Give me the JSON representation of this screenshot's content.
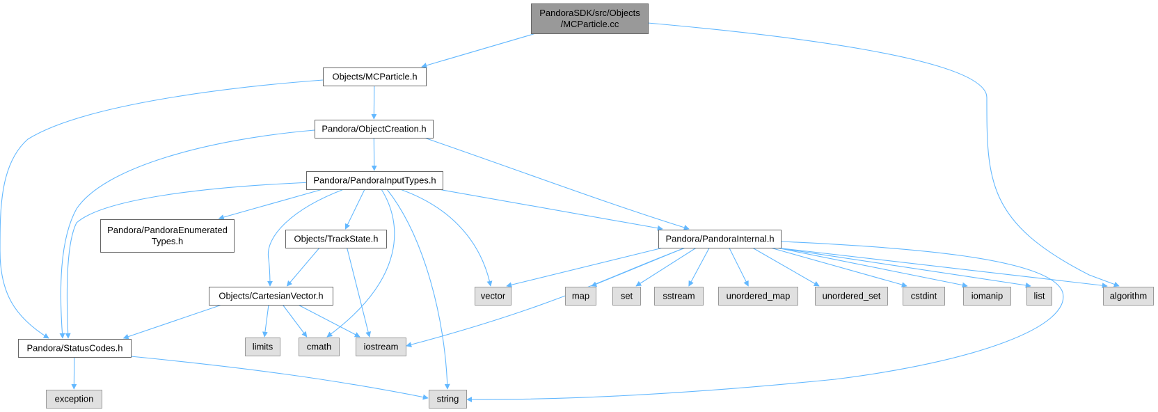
{
  "colors": {
    "edge": "#63b8ff",
    "root_fill": "#999999",
    "root_border": "#666666",
    "header_fill": "#ffffff",
    "header_border": "#666666",
    "system_fill": "#e0e0e0",
    "system_border": "#999999"
  },
  "nodes": {
    "root": {
      "lines": [
        "PandoraSDK/src/Objects",
        "/MCParticle.cc"
      ],
      "kind": "root"
    },
    "mcparticle": {
      "lines": [
        "Objects/MCParticle.h"
      ],
      "kind": "header"
    },
    "objcreation": {
      "lines": [
        "Pandora/ObjectCreation.h"
      ],
      "kind": "header"
    },
    "inputtypes": {
      "lines": [
        "Pandora/PandoraInputTypes.h"
      ],
      "kind": "header"
    },
    "enumtypes": {
      "lines": [
        "Pandora/PandoraEnumerated",
        "Types.h"
      ],
      "kind": "header"
    },
    "trackstate": {
      "lines": [
        "Objects/TrackState.h"
      ],
      "kind": "header"
    },
    "internal": {
      "lines": [
        "Pandora/PandoraInternal.h"
      ],
      "kind": "header"
    },
    "cartesian": {
      "lines": [
        "Objects/CartesianVector.h"
      ],
      "kind": "header"
    },
    "statuscodes": {
      "lines": [
        "Pandora/StatusCodes.h"
      ],
      "kind": "header"
    },
    "vector": {
      "lines": [
        "vector"
      ],
      "kind": "system"
    },
    "map": {
      "lines": [
        "map"
      ],
      "kind": "system"
    },
    "set": {
      "lines": [
        "set"
      ],
      "kind": "system"
    },
    "sstream": {
      "lines": [
        "sstream"
      ],
      "kind": "system"
    },
    "unordered_map": {
      "lines": [
        "unordered_map"
      ],
      "kind": "system"
    },
    "unordered_set": {
      "lines": [
        "unordered_set"
      ],
      "kind": "system"
    },
    "cstdint": {
      "lines": [
        "cstdint"
      ],
      "kind": "system"
    },
    "iomanip": {
      "lines": [
        "iomanip"
      ],
      "kind": "system"
    },
    "list": {
      "lines": [
        "list"
      ],
      "kind": "system"
    },
    "algorithm": {
      "lines": [
        "algorithm"
      ],
      "kind": "system"
    },
    "limits": {
      "lines": [
        "limits"
      ],
      "kind": "system"
    },
    "cmath": {
      "lines": [
        "cmath"
      ],
      "kind": "system"
    },
    "iostream": {
      "lines": [
        "iostream"
      ],
      "kind": "system"
    },
    "exception": {
      "lines": [
        "exception"
      ],
      "kind": "system"
    },
    "string": {
      "lines": [
        "string"
      ],
      "kind": "system"
    }
  },
  "edges": [
    [
      "root",
      "mcparticle"
    ],
    [
      "root",
      "algorithm"
    ],
    [
      "mcparticle",
      "objcreation"
    ],
    [
      "mcparticle",
      "statuscodes"
    ],
    [
      "objcreation",
      "inputtypes"
    ],
    [
      "objcreation",
      "internal"
    ],
    [
      "objcreation",
      "statuscodes"
    ],
    [
      "inputtypes",
      "statuscodes"
    ],
    [
      "inputtypes",
      "enumtypes"
    ],
    [
      "inputtypes",
      "cartesian"
    ],
    [
      "inputtypes",
      "trackstate"
    ],
    [
      "inputtypes",
      "cmath"
    ],
    [
      "inputtypes",
      "string"
    ],
    [
      "inputtypes",
      "vector"
    ],
    [
      "inputtypes",
      "internal"
    ],
    [
      "trackstate",
      "cartesian"
    ],
    [
      "trackstate",
      "iostream"
    ],
    [
      "cartesian",
      "statuscodes"
    ],
    [
      "cartesian",
      "limits"
    ],
    [
      "cartesian",
      "cmath"
    ],
    [
      "cartesian",
      "iostream"
    ],
    [
      "internal",
      "vector"
    ],
    [
      "internal",
      "iostream"
    ],
    [
      "internal",
      "map"
    ],
    [
      "internal",
      "set"
    ],
    [
      "internal",
      "sstream"
    ],
    [
      "internal",
      "unordered_map"
    ],
    [
      "internal",
      "unordered_set"
    ],
    [
      "internal",
      "cstdint"
    ],
    [
      "internal",
      "iomanip"
    ],
    [
      "internal",
      "list"
    ],
    [
      "internal",
      "algorithm"
    ],
    [
      "internal",
      "string"
    ],
    [
      "statuscodes",
      "exception"
    ],
    [
      "statuscodes",
      "string"
    ]
  ]
}
